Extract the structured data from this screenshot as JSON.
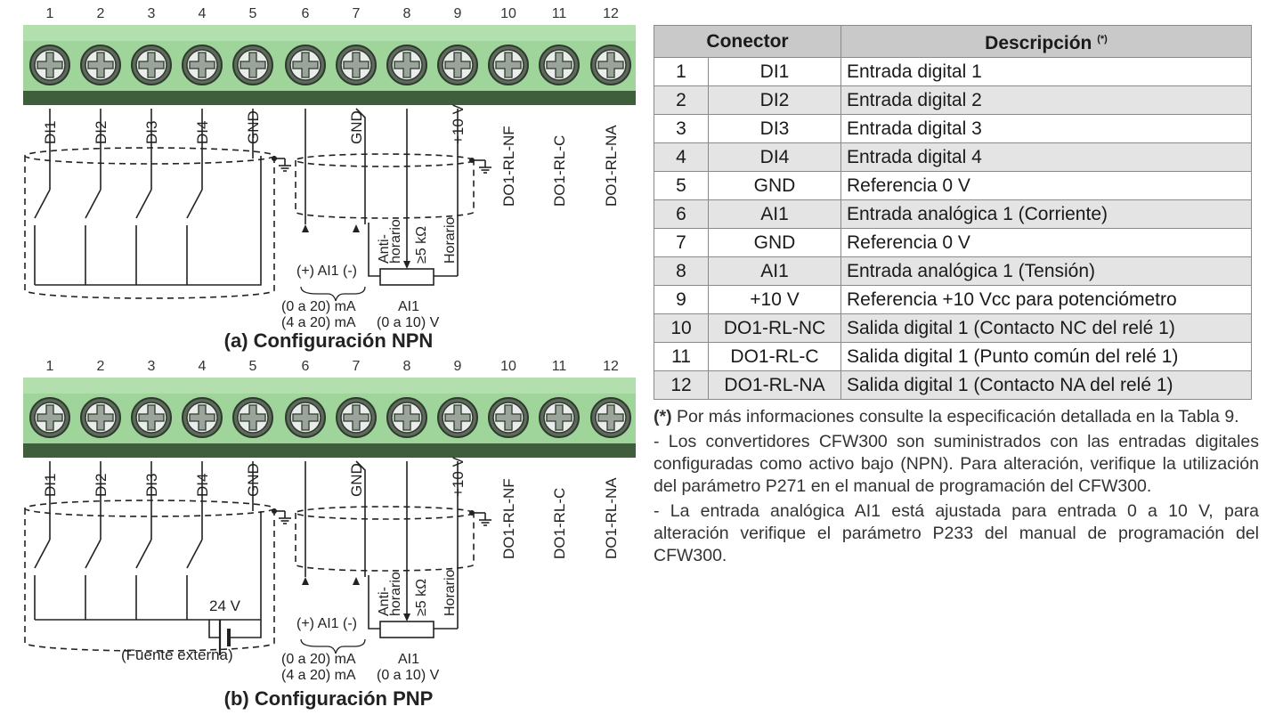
{
  "terminal_numbers": [
    "1",
    "2",
    "3",
    "4",
    "5",
    "6",
    "7",
    "8",
    "9",
    "10",
    "11",
    "12"
  ],
  "terminal_labels": [
    "DI1",
    "DI2",
    "DI3",
    "DI4",
    "GND",
    "",
    "GND",
    "",
    "+10 V",
    "DO1-RL-NF",
    "DO1-RL-C",
    "DO1-RL-NA"
  ],
  "analog": {
    "ai_input": "(+) AI1 (-)",
    "current_range_1": "(0 a 20) mA",
    "current_range_2": "(4 a 20) mA",
    "pot_anti_1": "Anti-",
    "pot_anti_2": "horario",
    "pot_value": "≥5 kΩ",
    "pot_horario": "Horario",
    "pot_name": "AI1",
    "voltage_range": "(0 a 10) V"
  },
  "pnp": {
    "supply_voltage": "24 V",
    "supply_label": "(Fuente externa)"
  },
  "captions": {
    "npn": "(a) Configuración NPN",
    "pnp": "(b) Configuración PNP"
  },
  "table": {
    "header_connector": "Conector",
    "header_description": "Descripción",
    "header_mark": "(*)",
    "rows": [
      {
        "n": "1",
        "name": "DI1",
        "desc": "Entrada digital 1"
      },
      {
        "n": "2",
        "name": "DI2",
        "desc": "Entrada digital 2"
      },
      {
        "n": "3",
        "name": "DI3",
        "desc": "Entrada digital 3"
      },
      {
        "n": "4",
        "name": "DI4",
        "desc": "Entrada digital 4"
      },
      {
        "n": "5",
        "name": "GND",
        "desc": "Referencia 0 V"
      },
      {
        "n": "6",
        "name": "AI1",
        "desc": "Entrada analógica 1 (Corriente)"
      },
      {
        "n": "7",
        "name": "GND",
        "desc": "Referencia 0 V"
      },
      {
        "n": "8",
        "name": "AI1",
        "desc": "Entrada analógica 1 (Tensión)"
      },
      {
        "n": "9",
        "name": "+10 V",
        "desc": "Referencia +10 Vcc para potenciómetro"
      },
      {
        "n": "10",
        "name": "DO1-RL-NC",
        "desc": "Salida digital 1 (Contacto NC del relé 1)"
      },
      {
        "n": "11",
        "name": "DO1-RL-C",
        "desc": "Salida digital 1 (Punto común del relé 1)"
      },
      {
        "n": "12",
        "name": "DO1-RL-NA",
        "desc": "Salida digital 1 (Contacto NA del relé 1)"
      }
    ]
  },
  "notes": {
    "note1_mark": "(*)",
    "note1_text": " Por más informaciones consulte la especificación detallada en la Tabla 9.",
    "note2": "- Los convertidores CFW300 son suministrados con las entradas digitales configuradas como activo bajo (NPN). Para alteración, verifique la utilización del parámetro P271 en el manual de programación del CFW300.",
    "note3": "- La entrada analógica AI1 está ajustada para entrada 0 a 10 V, para alteración verifique el parámetro P233 del manual de programación del CFW300."
  },
  "colors": {
    "terminal_green": "#9fd49a",
    "terminal_dark": "#3e5e3c",
    "table_header": "#c9c9c9",
    "table_stripe": "#e4e4e4"
  }
}
